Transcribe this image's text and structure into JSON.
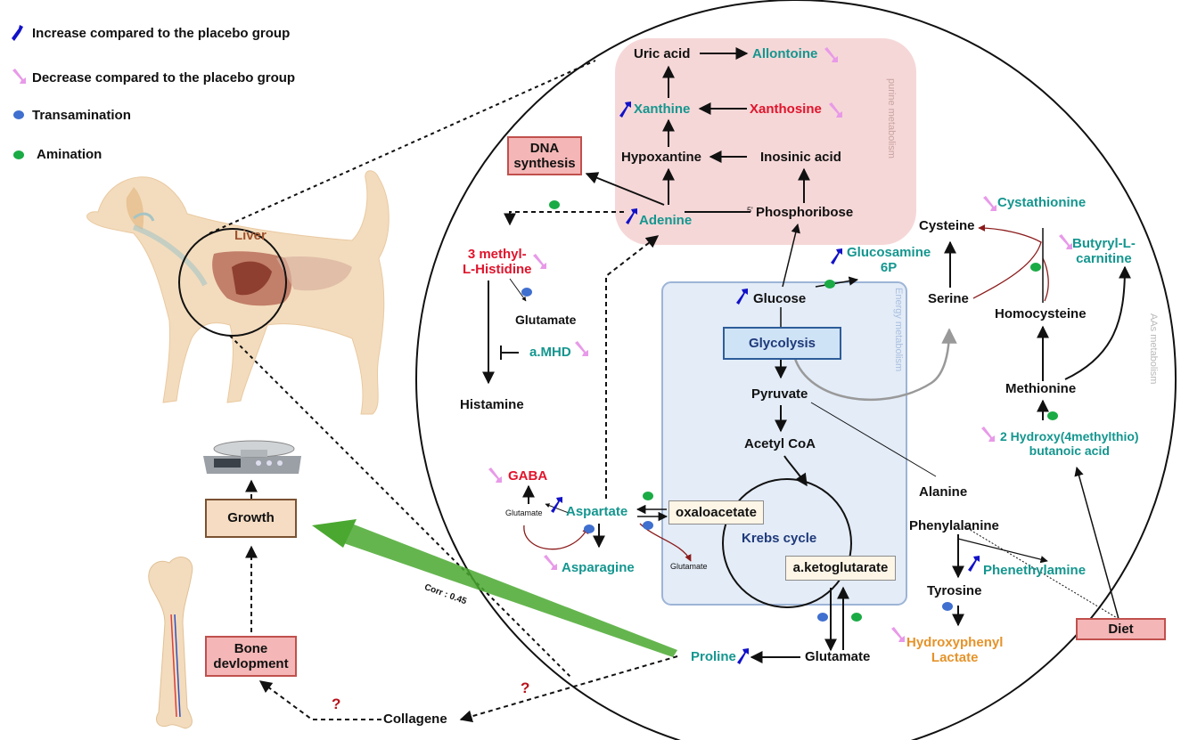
{
  "legend": {
    "increase": "Increase compared to the placebo group",
    "decrease": "Decrease compared to the placebo group",
    "transamination": "Transamination",
    "amination": "Amination"
  },
  "colors": {
    "increase_arrow": "#1212c8",
    "decrease_arrow": "#e89ae8",
    "transamination_dot": "#3f6fcf",
    "amination_dot": "#1aab45",
    "purine_region": "#f5d3d3",
    "energy_region": "#e3ecf7",
    "growth_arrow": "#4aa830"
  },
  "regions": {
    "purine": "purine metabolism",
    "energy": "Energy metabolism",
    "aas": "AAs metabolism"
  },
  "left": {
    "liver": "Liver",
    "growth": "Growth",
    "bone": "Bone\ndevlopment",
    "corr": "Corr : 0.45",
    "collagene": "Collagene",
    "q1": "?",
    "q2": "?"
  },
  "purine": {
    "uric_acid": "Uric acid",
    "allontoine": "Allontoine",
    "xanthine": "Xanthine",
    "xanthosine": "Xanthosine",
    "hypoxantine": "Hypoxantine",
    "inosinic": "Inosinic acid",
    "adenine": "Adenine",
    "phosphoribose": "Phosphoribose",
    "five": "5'",
    "dna": "DNA\nsynthesis"
  },
  "histidine": {
    "methyl": "3 methyl-\nL-Histidine",
    "glutamate": "Glutamate",
    "amhd": "a.MHD",
    "histamine": "Histamine"
  },
  "energy": {
    "glucose": "Glucose",
    "glucosamine": "Glucosamine\n6P",
    "glycolysis": "Glycolysis",
    "pyruvate": "Pyruvate",
    "acetyl": "Acetyl CoA",
    "krebs": "Krebs cycle",
    "oxaloacetate": "oxaloacetate",
    "aketo": "a.ketoglutarate",
    "glutamate_small": "Glutamate"
  },
  "aspartate": {
    "gaba": "GABA",
    "glutamate_small": "Glutamate",
    "aspartate": "Aspartate",
    "asparagine": "Asparagine"
  },
  "aas": {
    "cysteine": "Cysteine",
    "cystathionine": "Cystathionine",
    "butyryl": "Butyryl-L-\ncarnitine",
    "serine": "Serine",
    "homocysteine": "Homocysteine",
    "methionine": "Methionine",
    "hydroxy": "2 Hydroxy(4methylthio)\nbutanoic acid",
    "alanine": "Alanine",
    "phenylalanine": "Phenylalanine",
    "phenethylamine": "Phenethylamine",
    "tyrosine": "Tyrosine",
    "hydroxyphenyl": "Hydroxyphenyl\nLactate",
    "glutamate": "Glutamate",
    "proline": "Proline",
    "diet": "Diet"
  }
}
